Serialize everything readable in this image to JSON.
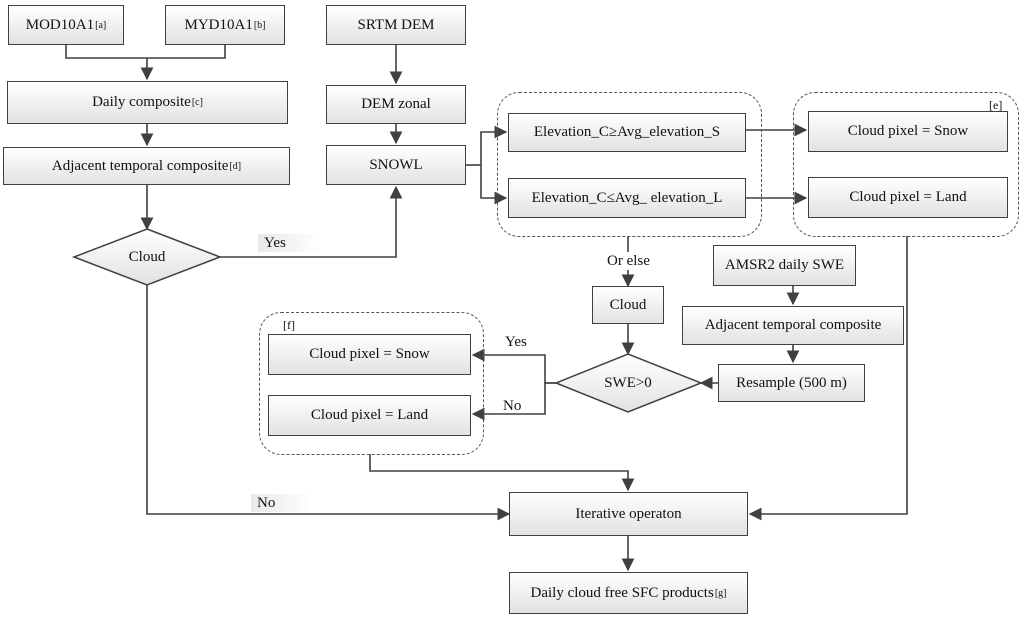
{
  "nodes": {
    "mod10a1": {
      "text": "MOD10A1",
      "note": "[a]"
    },
    "myd10a1": {
      "text": "MYD10A1",
      "note": "[b]"
    },
    "srtm_dem": {
      "text": "SRTM DEM"
    },
    "daily_composite": {
      "text": "Daily composite",
      "note": "[c]"
    },
    "dem_zonal": {
      "text": "DEM zonal"
    },
    "adj_temporal_composite": {
      "text": "Adjacent temporal composite",
      "note": "[d]"
    },
    "snowl": {
      "text": "SNOWL"
    },
    "cloud_decision": {
      "text": "Cloud"
    },
    "elev_snow_rule": {
      "text": "Elevation_C≥Avg_elevation_S"
    },
    "elev_land_rule": {
      "text": "Elevation_C≤Avg_ elevation_L"
    },
    "cloud_snow_e": {
      "text": "Cloud pixel = Snow"
    },
    "cloud_land_e": {
      "text": "Cloud pixel = Land"
    },
    "amsr2_swe": {
      "text": "AMSR2 daily SWE"
    },
    "cloud_box": {
      "text": "Cloud"
    },
    "adj_temporal_composite_2": {
      "text": "Adjacent temporal composite"
    },
    "swe_decision": {
      "text": "SWE>0"
    },
    "resample": {
      "text": "Resample (500 m)"
    },
    "cloud_snow_f": {
      "text": "Cloud pixel = Snow"
    },
    "cloud_land_f": {
      "text": "Cloud pixel = Land"
    },
    "iterative": {
      "text": "Iterative operaton"
    },
    "final_products": {
      "text": "Daily cloud free SFC products",
      "note": "[g]"
    }
  },
  "groups": {
    "group_e": {
      "note": "[e]"
    },
    "group_f": {
      "note": "[f]"
    }
  },
  "edge_labels": {
    "yes_cloud": "Yes",
    "no_cloud": "No",
    "or_else": "Or else",
    "yes_swe": "Yes",
    "no_swe": "No"
  },
  "colors": {
    "stroke": "#404040",
    "box_fill_top": "#ffffff",
    "box_fill_bottom": "#e2e2e2"
  }
}
